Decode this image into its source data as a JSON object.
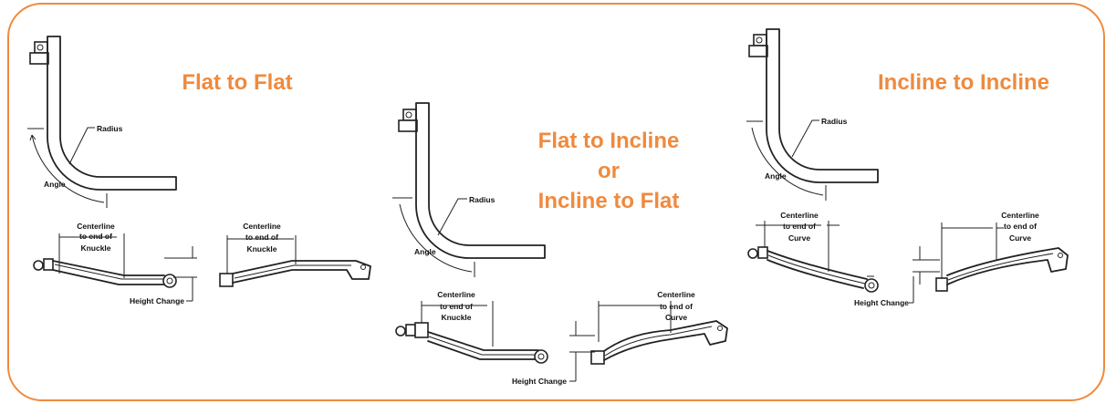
{
  "colors": {
    "accent": "#ef8a3e",
    "line": "#222222"
  },
  "titles": {
    "flat_to_flat": "Flat to Flat",
    "flat_to_incline_line1": "Flat to Incline",
    "flat_to_incline_line2": "or",
    "flat_to_incline_line3": "Incline to Flat",
    "incline_to_incline": "Incline to Incline"
  },
  "labels": {
    "radius": "Radius",
    "angle": "Angle",
    "centerline": "Centerline",
    "to_end_of": "to end of",
    "knuckle": "Knuckle",
    "curve": "Curve",
    "height_change": "Height Change"
  }
}
